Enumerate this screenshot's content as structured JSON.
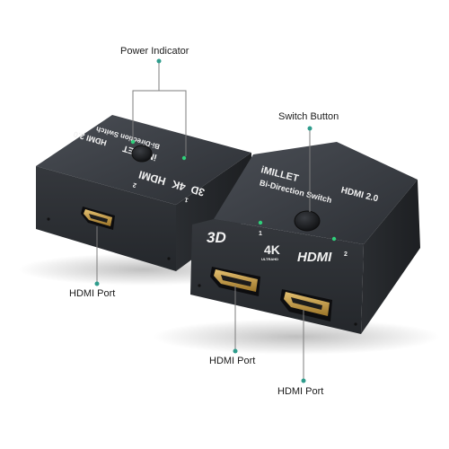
{
  "callouts": {
    "power_indicator": "Power Indicator",
    "switch_button": "Switch Button",
    "hdmi_port_left": "HDMI Port",
    "hdmi_port_mid": "HDMI Port",
    "hdmi_port_right": "HDMI Port"
  },
  "device_front": {
    "brand": "iMILLET",
    "model": "HDMI 2.0",
    "subtitle": "Bi-Direction Switch",
    "badge_3d": "3D",
    "badge_4k": "4K",
    "badge_ultrahd": "ULTRAHD",
    "badge_hdmi": "HDMI",
    "port_label_1": "1",
    "port_label_2": "2"
  },
  "device_back": {
    "brand": "iMILLET",
    "model": "HDMI 2.0",
    "subtitle": "Bi-Direction Switch",
    "badge_3d": "3D",
    "badge_4k": "4K",
    "badge_hdmi": "HDMI",
    "led_label_1": "1",
    "led_label_2": "2"
  },
  "colors": {
    "body": "#3a3d42",
    "led": "#2fd07a",
    "connector": "#c9a24a",
    "callout_dot": "#2e9c8c"
  }
}
